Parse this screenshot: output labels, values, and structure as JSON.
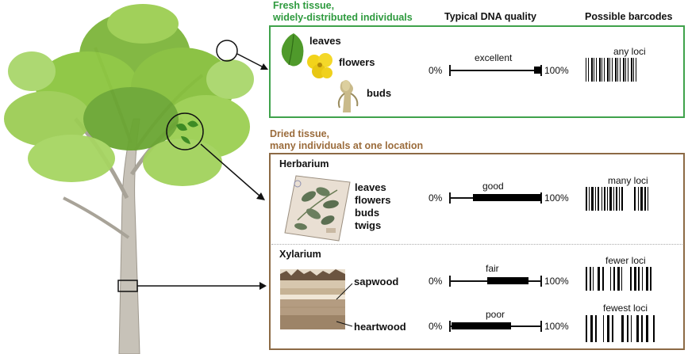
{
  "fresh": {
    "header_line1": "Fresh tissue,",
    "header_line2": "widely-distributed individuals",
    "tissues": [
      "leaves",
      "flowers",
      "buds"
    ],
    "quality_label": "excellent",
    "quality_fraction": 0.08,
    "barcode_label": "any loci"
  },
  "columns": {
    "dna_quality": "Typical DNA quality",
    "barcodes": "Possible barcodes"
  },
  "scale": {
    "min": "0%",
    "max": "100%"
  },
  "dried": {
    "header_line1": "Dried tissue,",
    "header_line2": "many individuals at one location",
    "herbarium": {
      "title": "Herbarium",
      "tissues": [
        "leaves",
        "flowers",
        "buds",
        "twigs"
      ],
      "quality_label": "good",
      "quality_fraction": 0.75,
      "barcode_label": "many loci"
    },
    "xylarium": {
      "title": "Xylarium",
      "sapwood": {
        "label": "sapwood",
        "quality_label": "fair",
        "quality_fraction": 0.45,
        "barcode_label": "fewer loci"
      },
      "heartwood": {
        "label": "heartwood",
        "quality_label": "poor",
        "quality_fraction": 0.65,
        "barcode_label": "fewest loci"
      }
    }
  },
  "colors": {
    "fresh_accent": "#3fa24b",
    "dried_accent": "#8c6a45",
    "tree_foliage": "#8cc63f"
  },
  "icons": [
    "tree-illustration",
    "leaf-icon",
    "flower-icon",
    "bud-icon",
    "herbarium-sheet-image",
    "wood-cross-section-image",
    "barcode-icon"
  ]
}
